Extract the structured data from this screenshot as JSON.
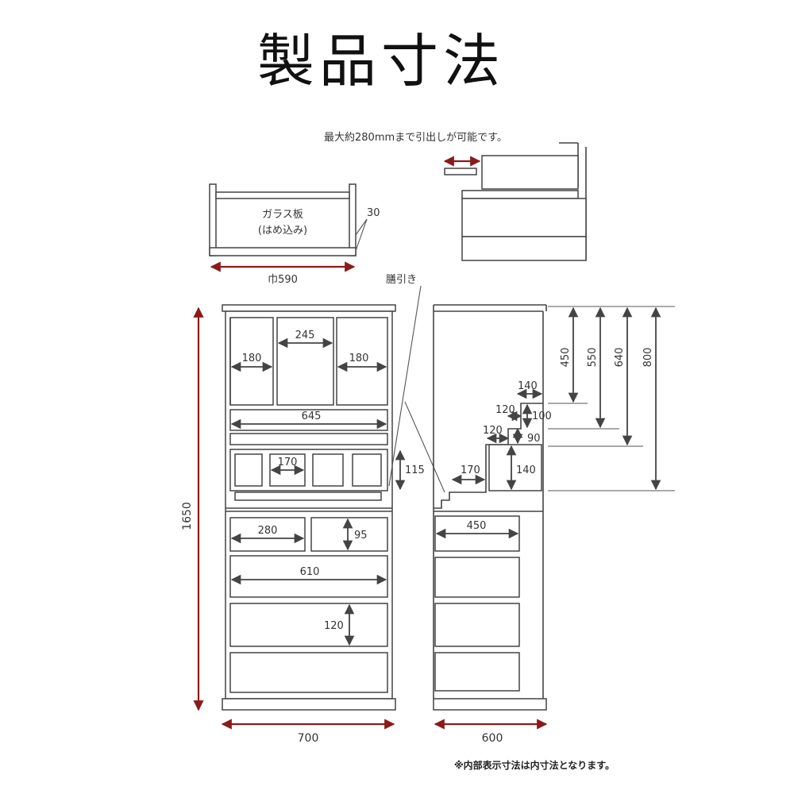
{
  "title": "製品寸法",
  "drawer_note": "最大約280mmまで引出しが可能です。",
  "glass_label_1": "ガラス板",
  "glass_label_2": "(はめ込み)",
  "glass_thickness": "30",
  "glass_width": "巾590",
  "callout_label": "膳引き",
  "front": {
    "height": "1650",
    "width": "700",
    "upper_left": "180",
    "upper_center": "245",
    "upper_right": "180",
    "shelf": "645",
    "small_drawer": "170",
    "small_height": "115",
    "drawer_a": "280",
    "drawer_a_height": "95",
    "drawer_b": "610",
    "drawer_c_height": "120"
  },
  "side": {
    "width": "600",
    "step_top": "140",
    "step_a": "120",
    "step_a_h": "100",
    "step_b": "120",
    "step_b_h": "90",
    "step_c_w": "170",
    "step_c_h": "140",
    "drawer_depth": "450",
    "h450": "450",
    "h550": "550",
    "h640": "640",
    "h800": "800"
  },
  "footnote": "※内部表示寸法は内寸法となります。",
  "colors": {
    "accent": "#8b1a1a",
    "line": "#444444"
  }
}
